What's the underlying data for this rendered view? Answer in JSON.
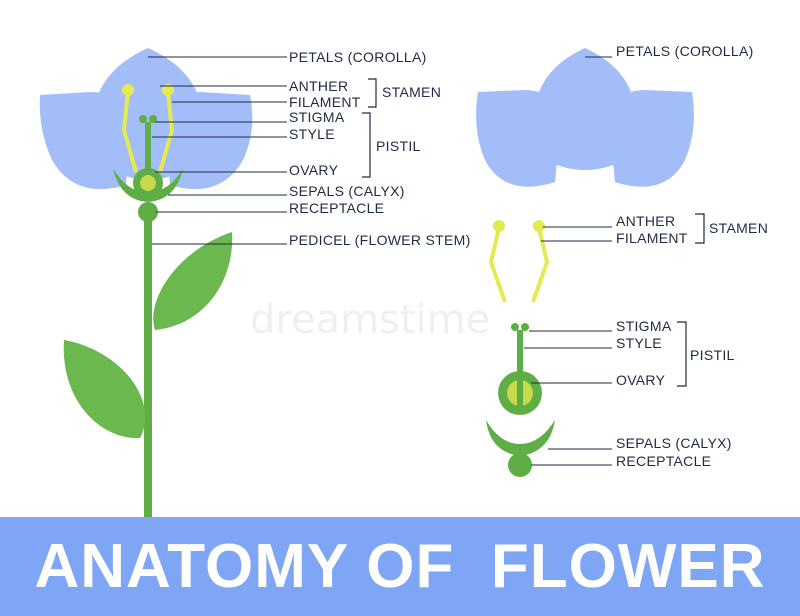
{
  "title": "ANATOMY OF  FLOWER",
  "watermark": "dreamstime",
  "colors": {
    "petal": "#a2bdf7",
    "stem": "#5fae45",
    "leaf": "#6bb84f",
    "anther": "#e5ea52",
    "ovary_inner": "#c8d94a",
    "title_bar": "#7ea6f4",
    "title_text": "#ffffff",
    "line": "#1f2a44"
  },
  "left_labels": {
    "petals": "PETALS (COROLLA)",
    "anther": "ANTHER",
    "filament": "FILAMENT",
    "stamen": "STAMEN",
    "stigma": "STIGMA",
    "style": "STYLE",
    "pistil": "PISTIL",
    "ovary": "OVARY",
    "sepals": "SEPALS (CALYX)",
    "receptacle": "RECEPTACLE",
    "pedicel": "PEDICEL (FLOWER STEM)"
  },
  "right_labels": {
    "petals": "PETALS (COROLLA)",
    "anther": "ANTHER",
    "filament": "FILAMENT",
    "stamen": "STAMEN",
    "stigma": "STIGMA",
    "style": "STYLE",
    "pistil": "PISTIL",
    "ovary": "OVARY",
    "sepals": "SEPALS (CALYX)",
    "receptacle": "RECEPTACLE"
  }
}
